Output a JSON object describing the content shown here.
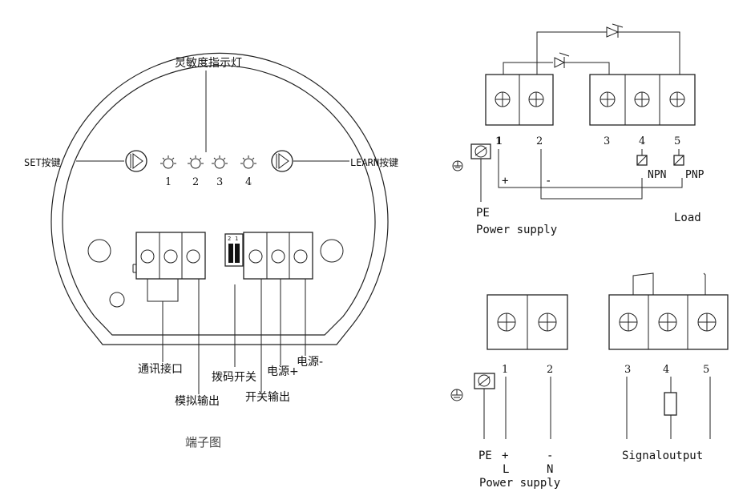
{
  "panel_diagram": {
    "caption": "端子图",
    "sensitivity_label": "灵敏度指示灯",
    "set_label": "SET按键",
    "learn_label": "LEARN按键",
    "led_numbers": [
      "1",
      "2",
      "3",
      "4"
    ],
    "comm_label": "通讯接口",
    "analog_label": "模拟输出",
    "dip_label": "拨码开关",
    "switch_out_label": "开关输出",
    "power_plus_label": "电源+",
    "power_minus_label": "电源-"
  },
  "wiring_top": {
    "terminals": [
      "1",
      "2",
      "3",
      "4",
      "5"
    ],
    "plus_sign": "+",
    "minus_sign": "-",
    "npn": "NPN",
    "pnp": "PNP",
    "load": "Load",
    "pe": "PE",
    "power_supply": "Power supply"
  },
  "wiring_bottom": {
    "terminals": [
      "1",
      "2",
      "3",
      "4",
      "5"
    ],
    "pe": "PE",
    "plus": "+",
    "minus": "-",
    "l": "L",
    "n": "N",
    "power_supply": "Power supply",
    "signal_output": "Signaloutput"
  }
}
